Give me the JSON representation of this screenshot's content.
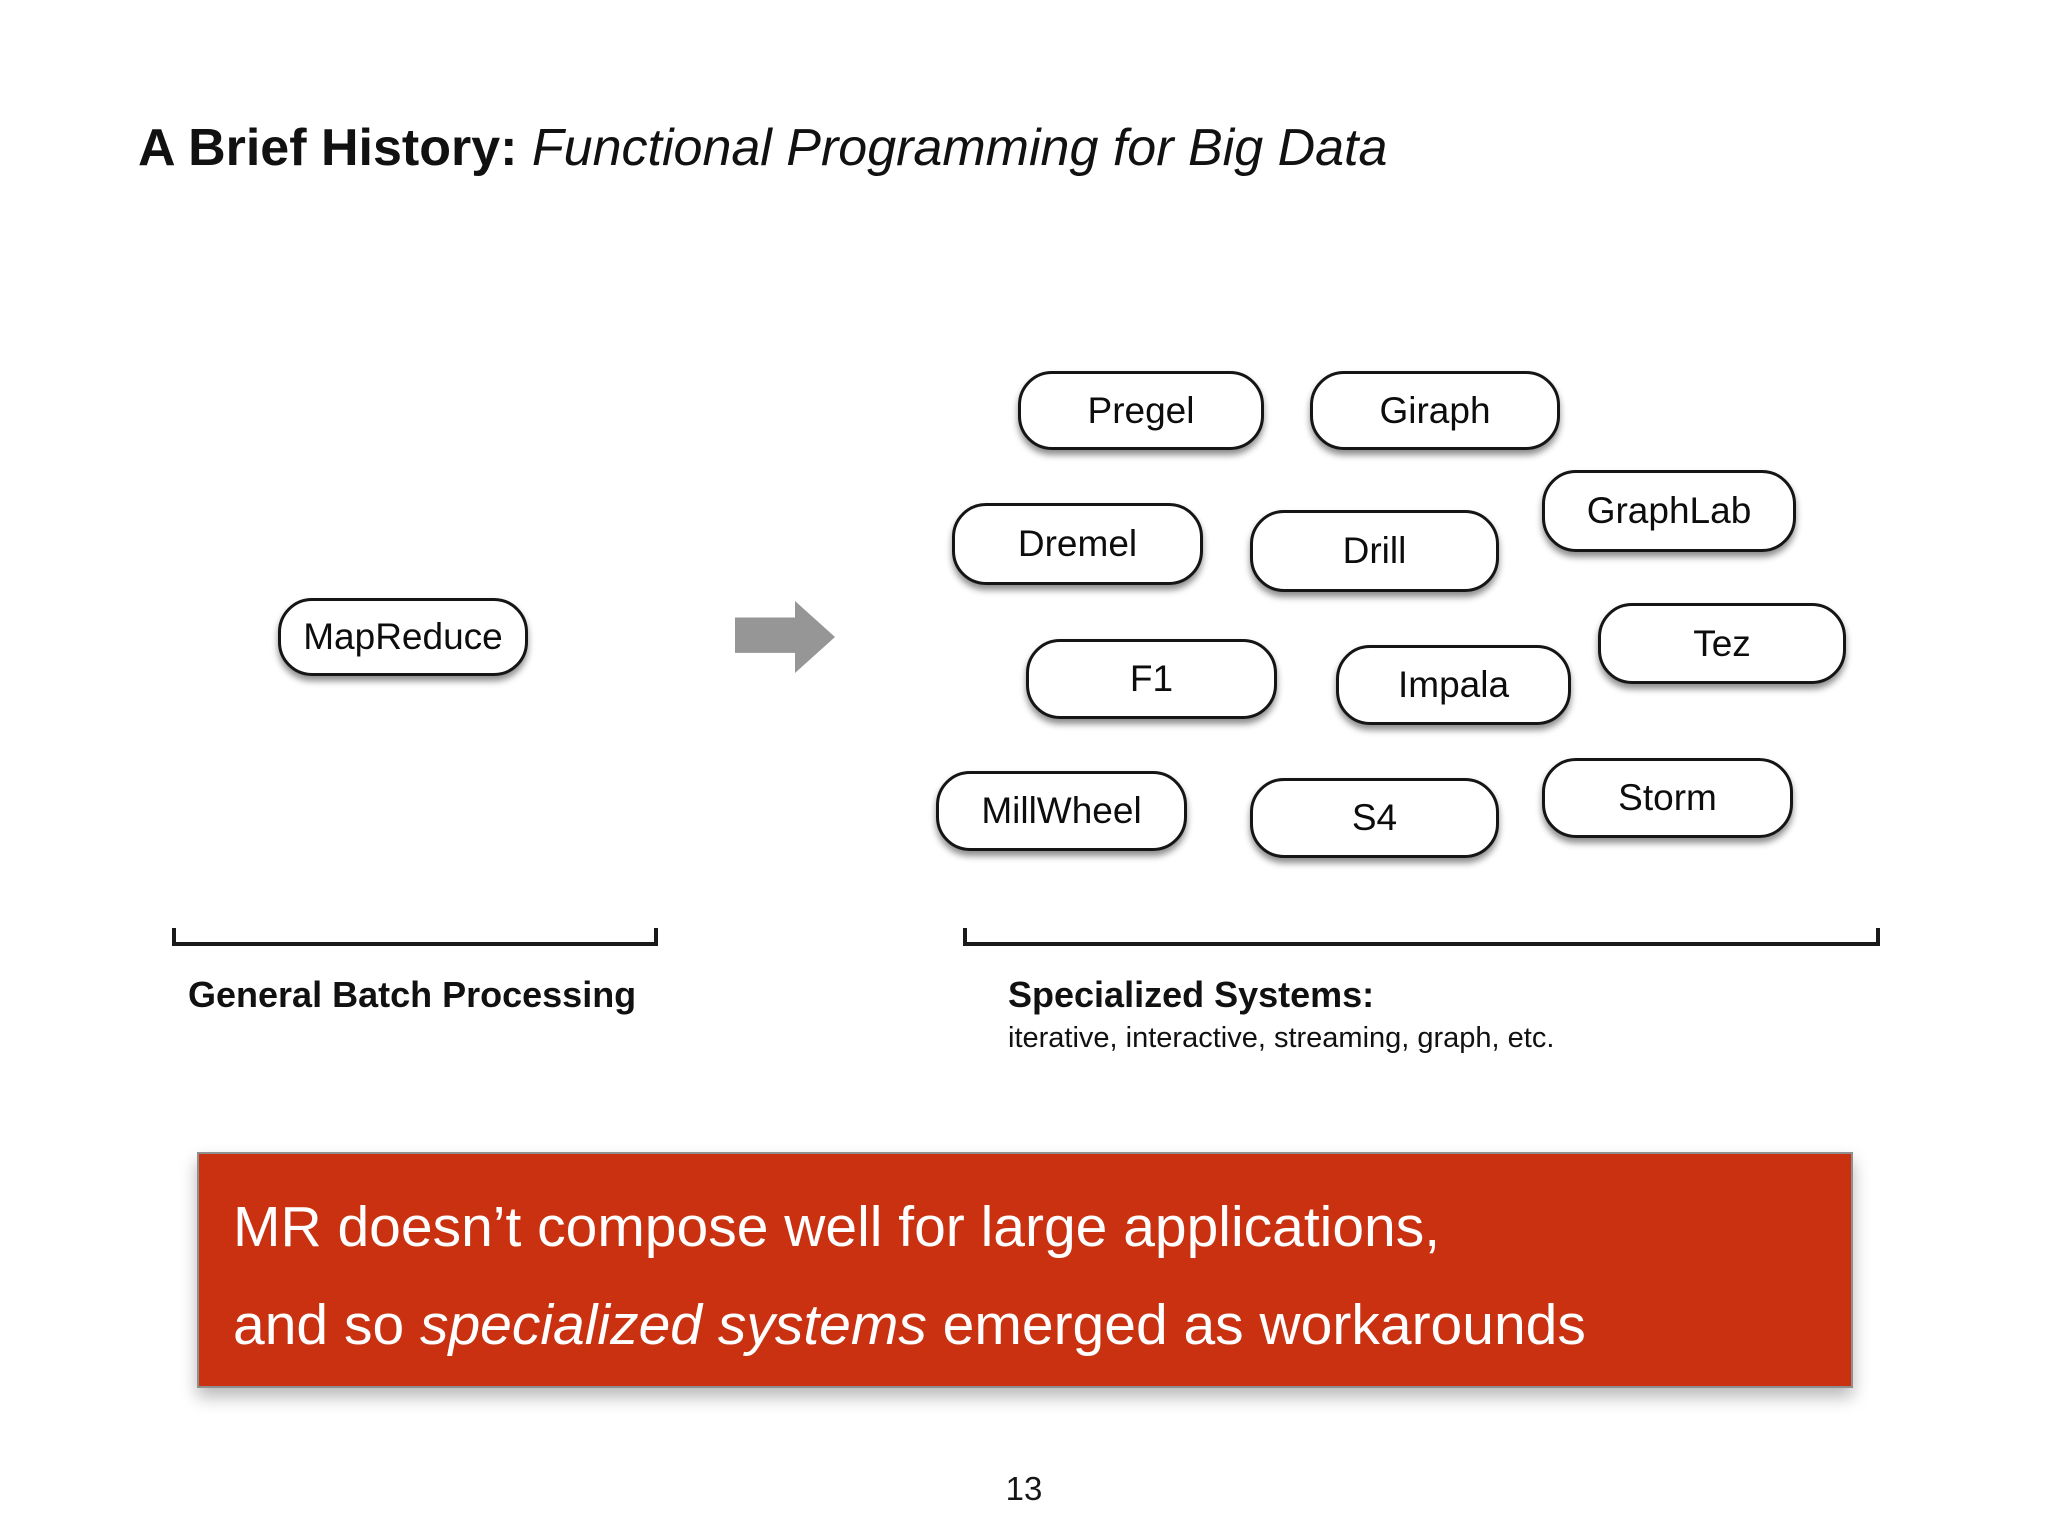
{
  "title": {
    "bold": "A Brief History:",
    "italic": " Functional Programming for Big Data"
  },
  "diagram": {
    "source": {
      "label": "MapReduce"
    },
    "arrow_icon": "right-block-arrow",
    "nodes": [
      {
        "label": "Pregel"
      },
      {
        "label": "Giraph"
      },
      {
        "label": "GraphLab"
      },
      {
        "label": "Dremel"
      },
      {
        "label": "Drill"
      },
      {
        "label": "Tez"
      },
      {
        "label": "F1"
      },
      {
        "label": "Impala"
      },
      {
        "label": "Storm"
      },
      {
        "label": "MillWheel"
      },
      {
        "label": "S4"
      }
    ]
  },
  "captions": {
    "left": "General Batch Processing",
    "right_bold": "Specialized Systems:",
    "right_sub": "iterative, interactive, streaming, graph, etc."
  },
  "callout": {
    "line1": "MR doesn’t compose well for large applications,",
    "line2_pre": "and so ",
    "line2_italic": "specialized systems",
    "line2_post": " emerged as workarounds"
  },
  "page_number": "13",
  "colors": {
    "callout_bg": "#ca3110",
    "callout_border": "#8f8f8f",
    "arrow": "#969696",
    "ink": "#111111"
  }
}
